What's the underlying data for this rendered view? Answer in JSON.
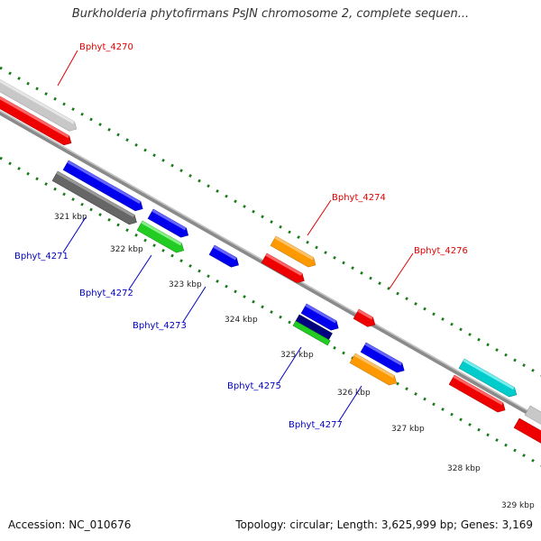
{
  "title": "Burkholderia phytofirmans PsJN chromosome 2, complete sequen...",
  "footer": {
    "accession": "Accession: NC_010676",
    "summary": "Topology: circular; Length: 3,625,999 bp; Genes: 3,169"
  },
  "colors": {
    "backbone": "#8a8a8a",
    "tick": "#1a7a1a",
    "label_top": "#e00000",
    "label_bottom": "#0000c0",
    "feature_red": "#ee0000",
    "feature_blue": "#0000ee",
    "feature_green": "#22cc22",
    "feature_orange": "#ff9900",
    "feature_cyan": "#00cccc",
    "feature_grey": "#666666",
    "feature_lightgrey": "#c8c8c8",
    "feature_navy": "#000080"
  },
  "kbp_labels": [
    "321 kbp",
    "322 kbp",
    "323 kbp",
    "324 kbp",
    "325 kbp",
    "326 kbp",
    "327 kbp",
    "328 kbp",
    "329 kbp"
  ],
  "gene_labels": [
    {
      "text": "Bphyt_4270",
      "side": "top"
    },
    {
      "text": "Bphyt_4271",
      "side": "bottom"
    },
    {
      "text": "Bphyt_4272",
      "side": "bottom"
    },
    {
      "text": "Bphyt_4273",
      "side": "bottom"
    },
    {
      "text": "Bphyt_4274",
      "side": "top"
    },
    {
      "text": "Bphyt_4275",
      "side": "bottom"
    },
    {
      "text": "Bphyt_4276",
      "side": "top"
    },
    {
      "text": "Bphyt_4277",
      "side": "bottom"
    }
  ]
}
